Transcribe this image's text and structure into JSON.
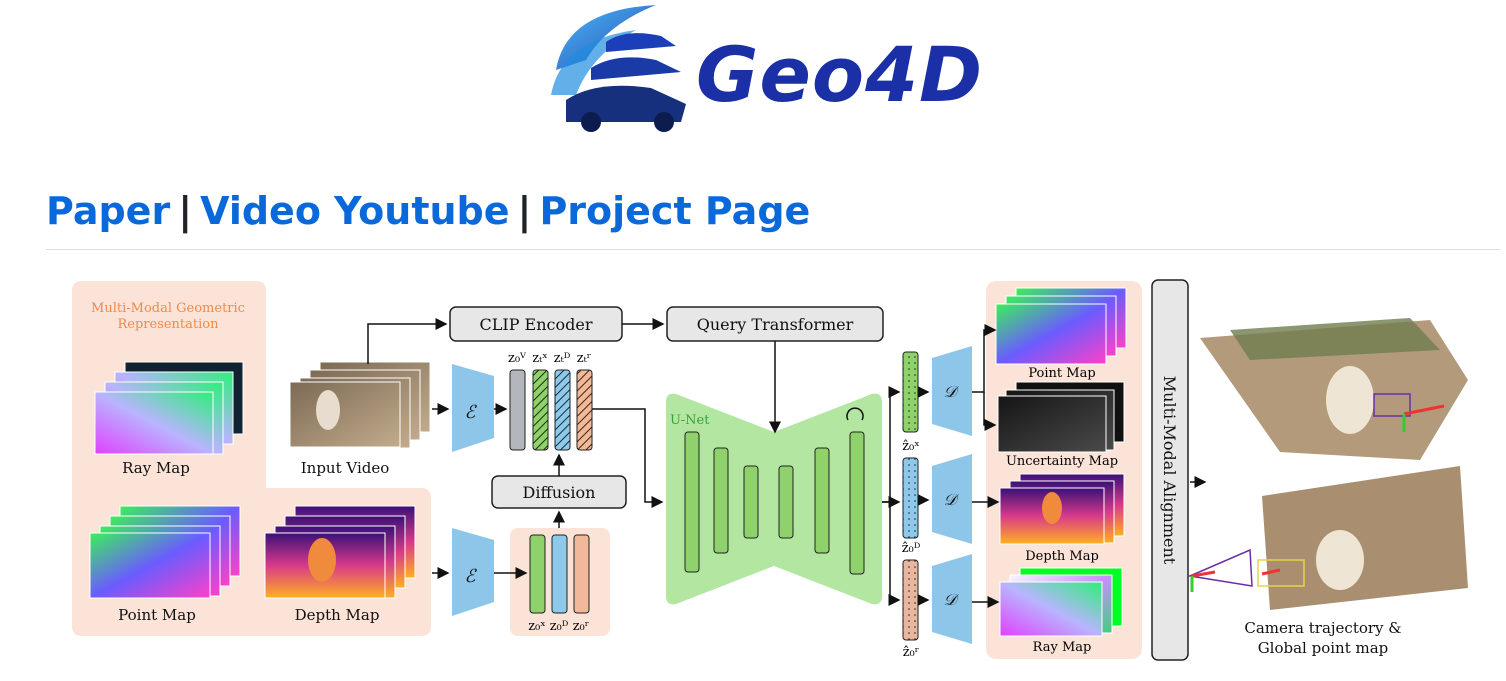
{
  "logo": {
    "text": "Geo4D",
    "colors": {
      "primary": "#1b2fa6",
      "swirl": "#1f8de0"
    }
  },
  "links": [
    {
      "label": "Paper"
    },
    {
      "label": "Video Youtube"
    },
    {
      "label": "Project Page"
    }
  ],
  "link_separator": "|",
  "diagram": {
    "input_panel": {
      "title_line1": "Multi-Modal Geometric",
      "title_line2": "Representation",
      "ray_map": "Ray Map",
      "point_map": "Point Map",
      "depth_map": "Depth Map"
    },
    "input_video": "Input Video",
    "encoder_symbol": "ℰ",
    "clip_encoder": "CLIP Encoder",
    "query_transformer": "Query Transformer",
    "diffusion": "Diffusion",
    "unet": "U-Net",
    "decoder_symbol": "𝒟",
    "latents_top": [
      "z₀ⱽ",
      "zₜˣ",
      "zₜᴰ",
      "zₜʳ"
    ],
    "latents_bottom": [
      "z₀ˣ",
      "z₀ᴰ",
      "z₀ʳ"
    ],
    "pred_latents": [
      "ẑ₀ˣ",
      "ẑ₀ᴰ",
      "ẑ₀ʳ"
    ],
    "outputs": {
      "point_map": "Point Map",
      "uncertainty_map": "Uncertainty Map",
      "depth_map": "Depth Map",
      "ray_map": "Ray Map"
    },
    "alignment": "Multi-Modal Alignment",
    "result_line1": "Camera trajectory &",
    "result_line2": "Global point map"
  }
}
